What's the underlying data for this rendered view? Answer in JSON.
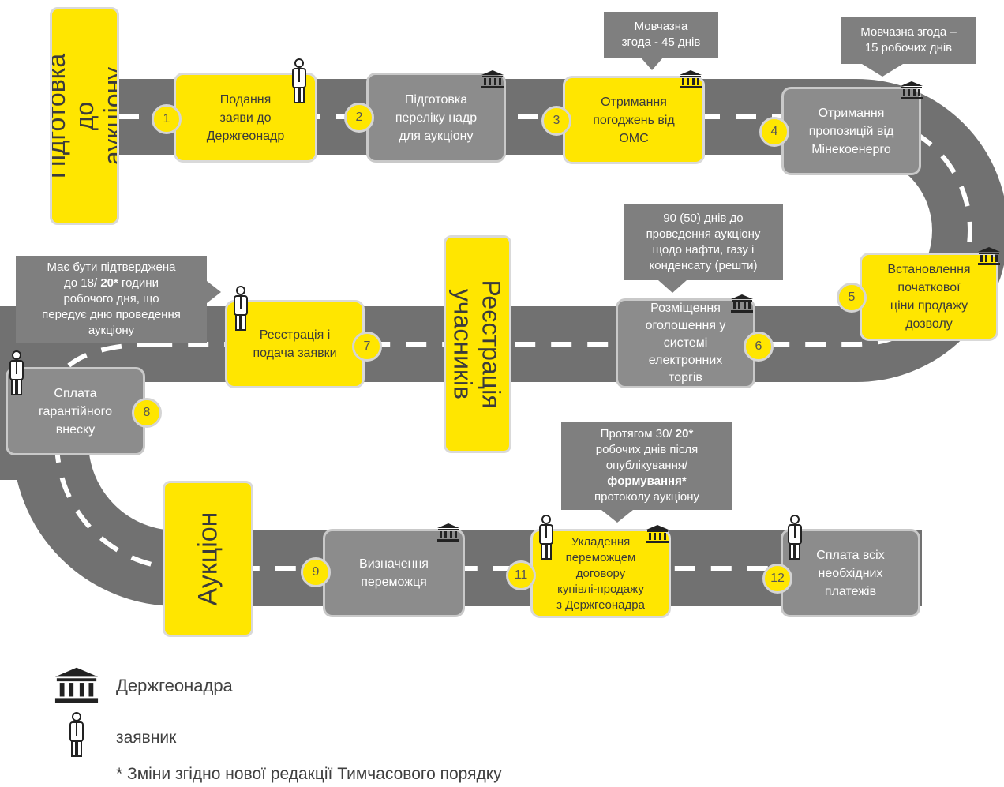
{
  "colors": {
    "road": "#717171",
    "dash": "#ffffff",
    "step_yellow": "#ffe600",
    "step_gray": "#8c8c8c",
    "note": "#7f7f7f"
  },
  "phases": {
    "preparation": "Підготовка до\nаукціону",
    "registration": "Реєстрація\nучасників",
    "auction": "Аукціон"
  },
  "steps": [
    {
      "num": "1",
      "label": "Подання\nзаяви до\nДержгеонадр",
      "icon": "applicant-icon"
    },
    {
      "num": "2",
      "label": "Підготовка\nпереліку надр\nдля аукціону",
      "icon": "ministry-building-icon"
    },
    {
      "num": "3",
      "label": "Отримання\nпогоджень від\nОМС",
      "icon": "ministry-building-icon"
    },
    {
      "num": "4",
      "label": "Отримання\nпропозицій від\nМінекоенерго",
      "icon": "ministry-building-icon"
    },
    {
      "num": "5",
      "label": "Встановлення\nпочаткової\nціни продажу\nдозволу",
      "icon": "ministry-building-icon"
    },
    {
      "num": "6",
      "label": "Розміщення\nоголошення у\nсистемі\nелектронних\nторгів",
      "icon": "ministry-building-icon"
    },
    {
      "num": "7",
      "label": "Реєстрація і\nподача заявки",
      "icon": "applicant-icon"
    },
    {
      "num": "8",
      "label": "Сплата\nгарантійного\nвнеску",
      "icon": "applicant-icon"
    },
    {
      "num": "9",
      "label": "Визначення\nпереможця",
      "icon": "ministry-building-icon"
    },
    {
      "num": "11",
      "label": "Укладення\nпереможцем\nдоговору\nкупівлі-продажу\nз Держгеонадра",
      "icon": "applicant-icon"
    },
    {
      "num": "12",
      "label": "Сплата всіх\nнеобхідних\nплатежів",
      "icon": "applicant-icon"
    }
  ],
  "notes": {
    "tacit_45": "Мовчазна\nзгода - 45 днів",
    "tacit_15": "Мовчазна згода –\n15 робочих днів",
    "days_90": "90 (50) днів до\nпроведення аукціону\nщодо нафти, газу і\nконденсату (решти)",
    "confirm_pre": "Має бути підтверджена\nдо 18/ ",
    "confirm_bold": "20*",
    "confirm_post": " години\nробочого дня, що\nпередує дню проведення\nаукціону",
    "within_1": "Протягом 30/ ",
    "within_2": "20*",
    "within_3": "\nробочих днів після\nопублікування/\n",
    "within_4": "формування*",
    "within_5": "\nпротоколу аукціону"
  },
  "legend": {
    "ministry": "Держгеонадра",
    "applicant": "заявник",
    "footnote": "* Зміни згідно нової редакції Тимчасового порядку"
  }
}
